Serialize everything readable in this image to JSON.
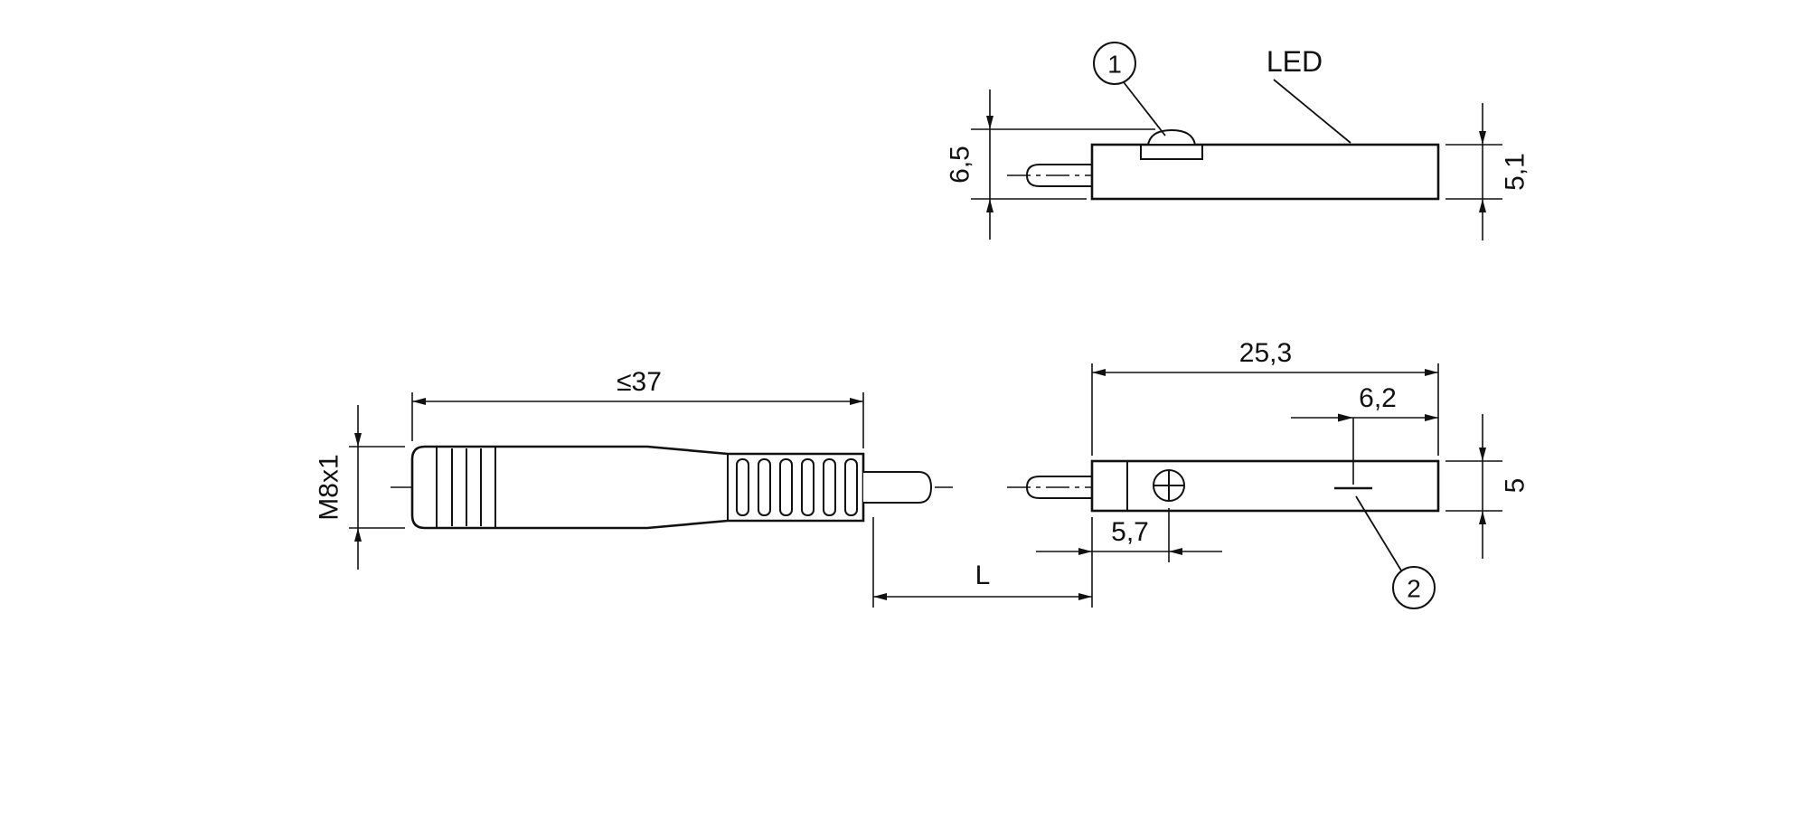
{
  "page": {
    "background": "#ffffff",
    "line_color": "#111111",
    "kind": "technical-dimension-drawing"
  },
  "balloons": {
    "one": "1",
    "two": "2"
  },
  "labels": {
    "led": "LED"
  },
  "top_view": {
    "height_overall": "6,5",
    "height_body": "5,1"
  },
  "connector_view": {
    "length_max": "≤37",
    "thread": "M8x1"
  },
  "cable": {
    "length": "L"
  },
  "sensor_view": {
    "length": "25,3",
    "sensing_offset": "6,2",
    "clamp_offset": "5,7",
    "height": "5"
  }
}
